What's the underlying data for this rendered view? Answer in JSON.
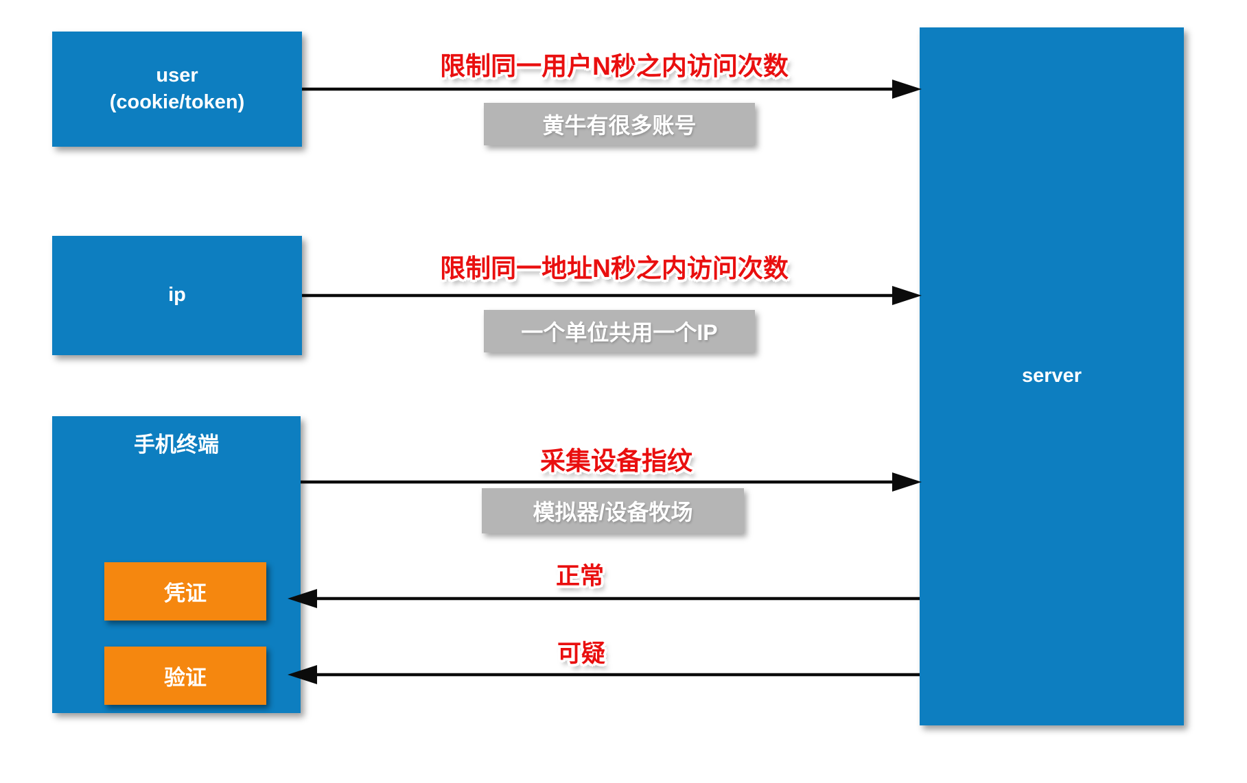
{
  "colors": {
    "node_blue": "#0d7ec0",
    "accent_orange": "#f5870f",
    "note_gray": "#b5b5b5",
    "label_red": "#e90f0f",
    "arrow_black": "#0b0b0b"
  },
  "nodes": {
    "user": {
      "label_line1": "user",
      "label_line2": "(cookie/token)"
    },
    "ip": {
      "label": "ip"
    },
    "mobile": {
      "label": "手机终端",
      "credential_label": "凭证",
      "verify_label": "验证"
    },
    "server": {
      "label": "server"
    }
  },
  "flows": [
    {
      "label": "限制同一用户N秒之内访问次数",
      "note": "黄牛有很多账号"
    },
    {
      "label": "限制同一地址N秒之内访问次数",
      "note": "一个单位共用一个IP"
    },
    {
      "label": "采集设备指纹",
      "note": "模拟器/设备牧场"
    }
  ],
  "returns": [
    {
      "label": "正常"
    },
    {
      "label": "可疑"
    }
  ]
}
